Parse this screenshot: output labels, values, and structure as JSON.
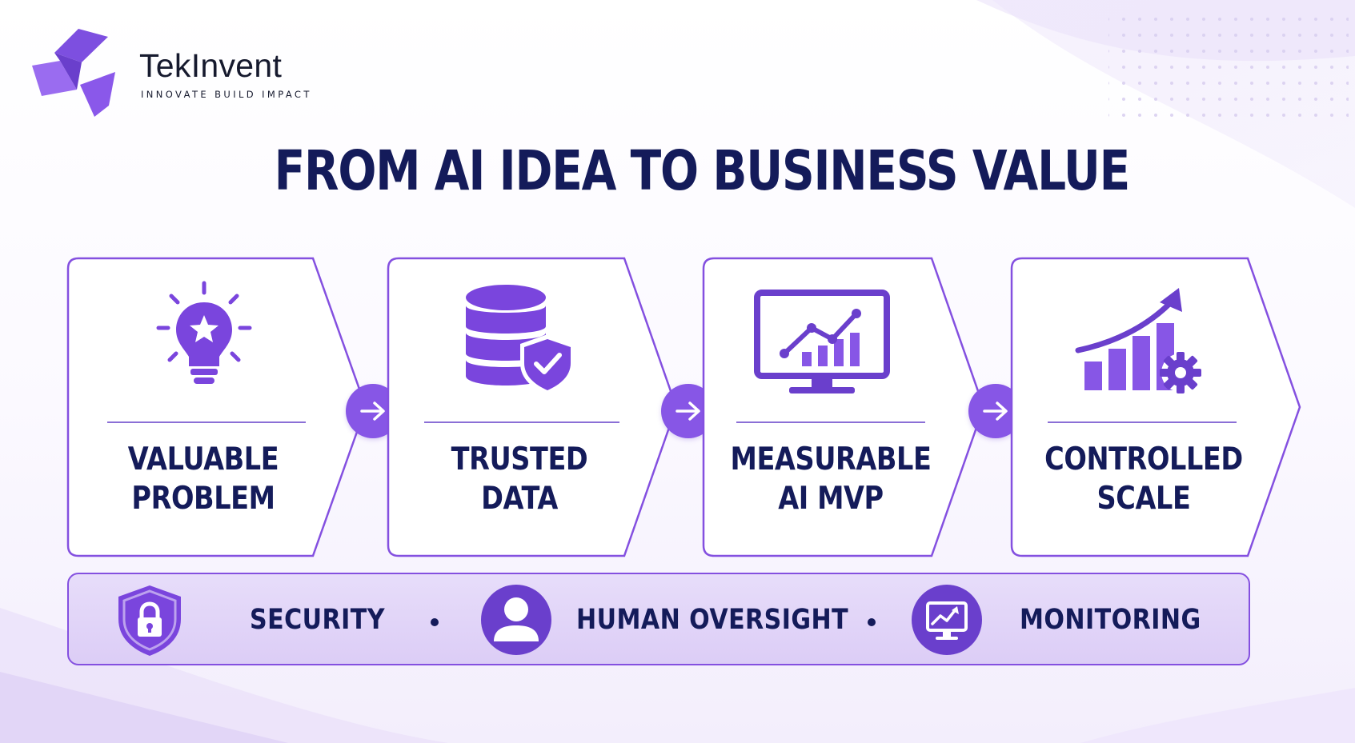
{
  "brand": {
    "name": "TekInvent",
    "tagline": "INNOVATE   BUILD   IMPACT"
  },
  "title": "FROM AI IDEA TO BUSINESS VALUE",
  "steps": [
    {
      "icon": "lightbulb-star-icon",
      "line1": "VALUABLE",
      "line2": "PROBLEM"
    },
    {
      "icon": "database-shield-icon",
      "line1": "TRUSTED",
      "line2": "DATA"
    },
    {
      "icon": "monitor-chart-icon",
      "line1": "MEASURABLE",
      "line2": "AI MVP"
    },
    {
      "icon": "growth-chart-gear-icon",
      "line1": "CONTROLLED",
      "line2": "SCALE"
    }
  ],
  "pillars": [
    {
      "icon": "shield-lock-icon",
      "label": "SECURITY"
    },
    {
      "icon": "person-icon",
      "label": "HUMAN OVERSIGHT"
    },
    {
      "icon": "monitor-trend-icon",
      "label": "MONITORING"
    }
  ],
  "colors": {
    "accent": "#8756e6",
    "navy": "#141b5a",
    "bar_fill": "#ddd0f7",
    "border": "#8450e0"
  }
}
